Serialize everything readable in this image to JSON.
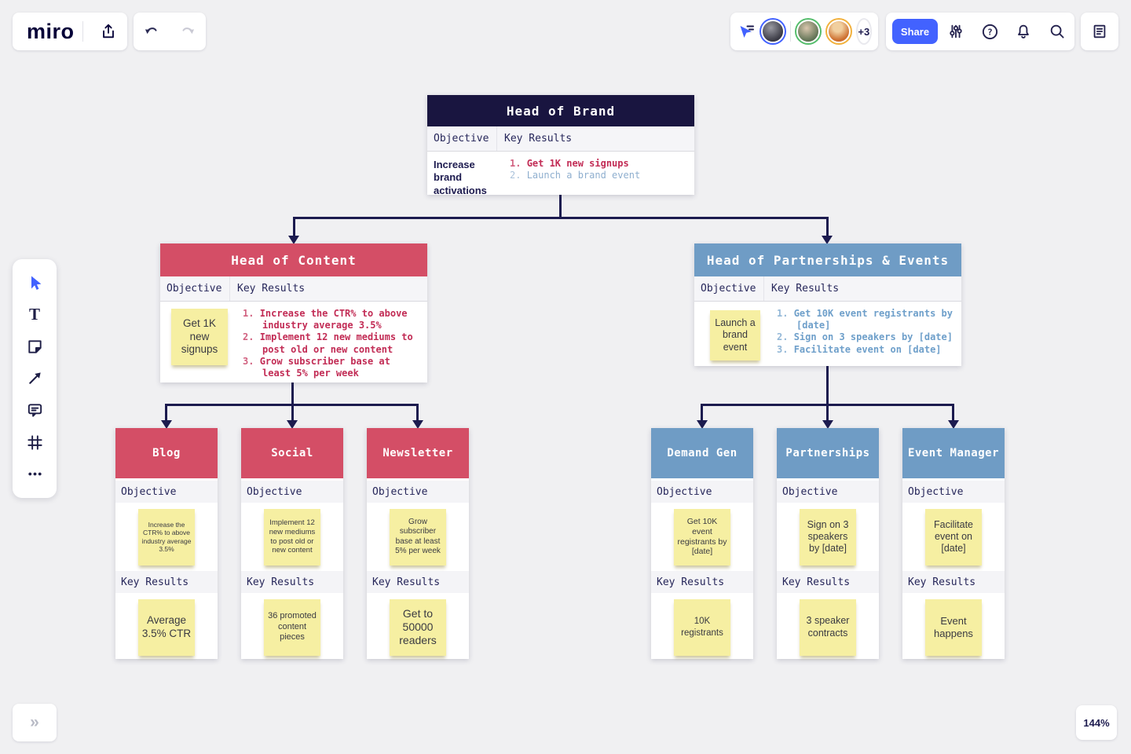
{
  "topbar": {
    "logo": "miro",
    "share_button": "Share",
    "collaborators_overflow": "+3",
    "icons": [
      "board-export-icon",
      "undo-icon",
      "redo-icon",
      "collab-cursors-icon",
      "settings-sliders-icon",
      "help-icon",
      "notifications-bell-icon",
      "search-icon",
      "notes-icon"
    ]
  },
  "left_toolbar": {
    "icons": [
      "select-cursor-icon",
      "text-icon",
      "sticky-note-icon",
      "connector-arrow-icon",
      "comment-icon",
      "frame-icon",
      "more-icon"
    ]
  },
  "labels": {
    "objective": "Objective",
    "key_results": "Key Results"
  },
  "tree": {
    "root": {
      "title": "Head of Brand",
      "objective": "Increase brand activations",
      "key_results": [
        "Get 1K new signups",
        "Launch a brand event"
      ]
    },
    "managers": [
      {
        "title": "Head of Content",
        "objective": "Get 1K new signups",
        "key_results": [
          "Increase the CTR% to above industry average 3.5%",
          "Implement 12 new mediums to post old or new content",
          "Grow subscriber base at least 5% per week"
        ]
      },
      {
        "title": "Head of Partnerships & Events",
        "objective": "Launch a brand event",
        "key_results": [
          "Get 10K event registrants by [date]",
          "Sign on 3 speakers by [date]",
          "Facilitate event on [date]"
        ]
      }
    ],
    "teams": [
      {
        "title": "Blog",
        "objective": "Increase the CTR% to above industry average 3.5%",
        "key_result": "Average 3.5% CTR"
      },
      {
        "title": "Social",
        "objective": "Implement 12 new mediums to post old or new content",
        "key_result": "36 promoted content pieces"
      },
      {
        "title": "Newsletter",
        "objective": "Grow subscriber base at least 5% per week",
        "key_result": "Get to 50000 readers"
      },
      {
        "title": "Demand Gen",
        "objective": "Get 10K event registrants by [date]",
        "key_result": "10K registrants"
      },
      {
        "title": "Partnerships",
        "objective": "Sign on 3 speakers by [date]",
        "key_result": "3 speaker contracts"
      },
      {
        "title": "Event Manager",
        "objective": "Facilitate event on [date]",
        "key_result": "Event happens"
      }
    ]
  },
  "statusbar": {
    "expand_icon": "»",
    "zoom_level": "144%"
  },
  "colors": {
    "accent_blue": "#4262ff",
    "navy_header": "#191540",
    "crimson_header": "#d44e66",
    "steelblue_header": "#6f9cc5",
    "kr_red_text": "#c22c55",
    "kr_blue_text": "#6e9fca",
    "sticky_yellow": "#f6efa2",
    "connector": "#1c1b4f",
    "canvas": "#f0f0f2"
  }
}
